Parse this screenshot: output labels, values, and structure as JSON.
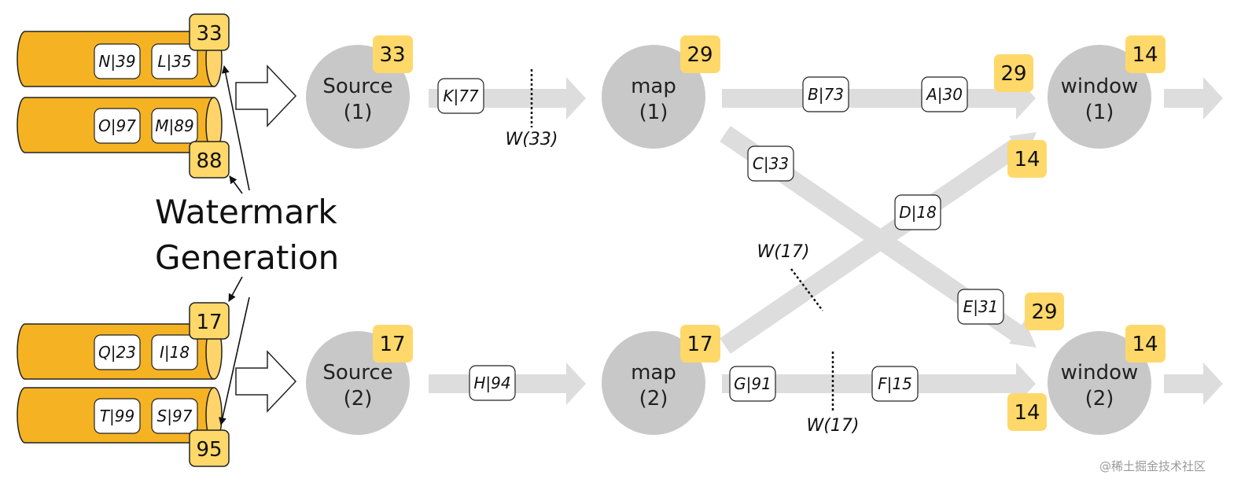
{
  "partitions": [
    {
      "events": [
        "N|39",
        "L|35"
      ],
      "watermark": "33"
    },
    {
      "events": [
        "O|97",
        "M|89"
      ],
      "watermark": "88"
    },
    {
      "events": [
        "Q|23",
        "I|18"
      ],
      "watermark": "17"
    },
    {
      "events": [
        "T|99",
        "S|97"
      ],
      "watermark": "95"
    }
  ],
  "caption_line1": "Watermark",
  "caption_line2": "Generation",
  "nodes": {
    "source1": {
      "name": "Source",
      "index": "(1)",
      "watermark": "33"
    },
    "source2": {
      "name": "Source",
      "index": "(2)",
      "watermark": "17"
    },
    "map1": {
      "name": "map",
      "index": "(1)",
      "watermark": "29"
    },
    "map2": {
      "name": "map",
      "index": "(2)",
      "watermark": "17"
    },
    "window1": {
      "name": "window",
      "index": "(1)",
      "watermark": "14"
    },
    "window2": {
      "name": "window",
      "index": "(2)",
      "watermark": "14"
    }
  },
  "input_watermarks": {
    "window1_from_map1": "29",
    "window1_from_map2": "14",
    "window2_from_map1": "29",
    "window2_from_map2": "14"
  },
  "stream_events": {
    "source1_to_map1": [
      "K|77"
    ],
    "source2_to_map2": [
      "H|94"
    ],
    "map1_to_window1": [
      "B|73",
      "A|30"
    ],
    "map1_to_window2": [
      "C|33",
      "E|31"
    ],
    "map2_to_window1": [
      "D|18"
    ],
    "map2_to_window2": [
      "G|91",
      "F|15"
    ]
  },
  "watermark_markers": {
    "source1_to_map1": "W(33)",
    "map2_to_window1": "W(17)",
    "map2_to_window2": "W(17)"
  },
  "site_watermark": "@稀土掘金技术社区",
  "colors": {
    "partition_fill": "#F5B324",
    "partition_border": "#222222",
    "watermark_badge": "#FFD86A",
    "node_fill": "#C8C8C8",
    "stream_arrow": "#DDDDDD"
  }
}
